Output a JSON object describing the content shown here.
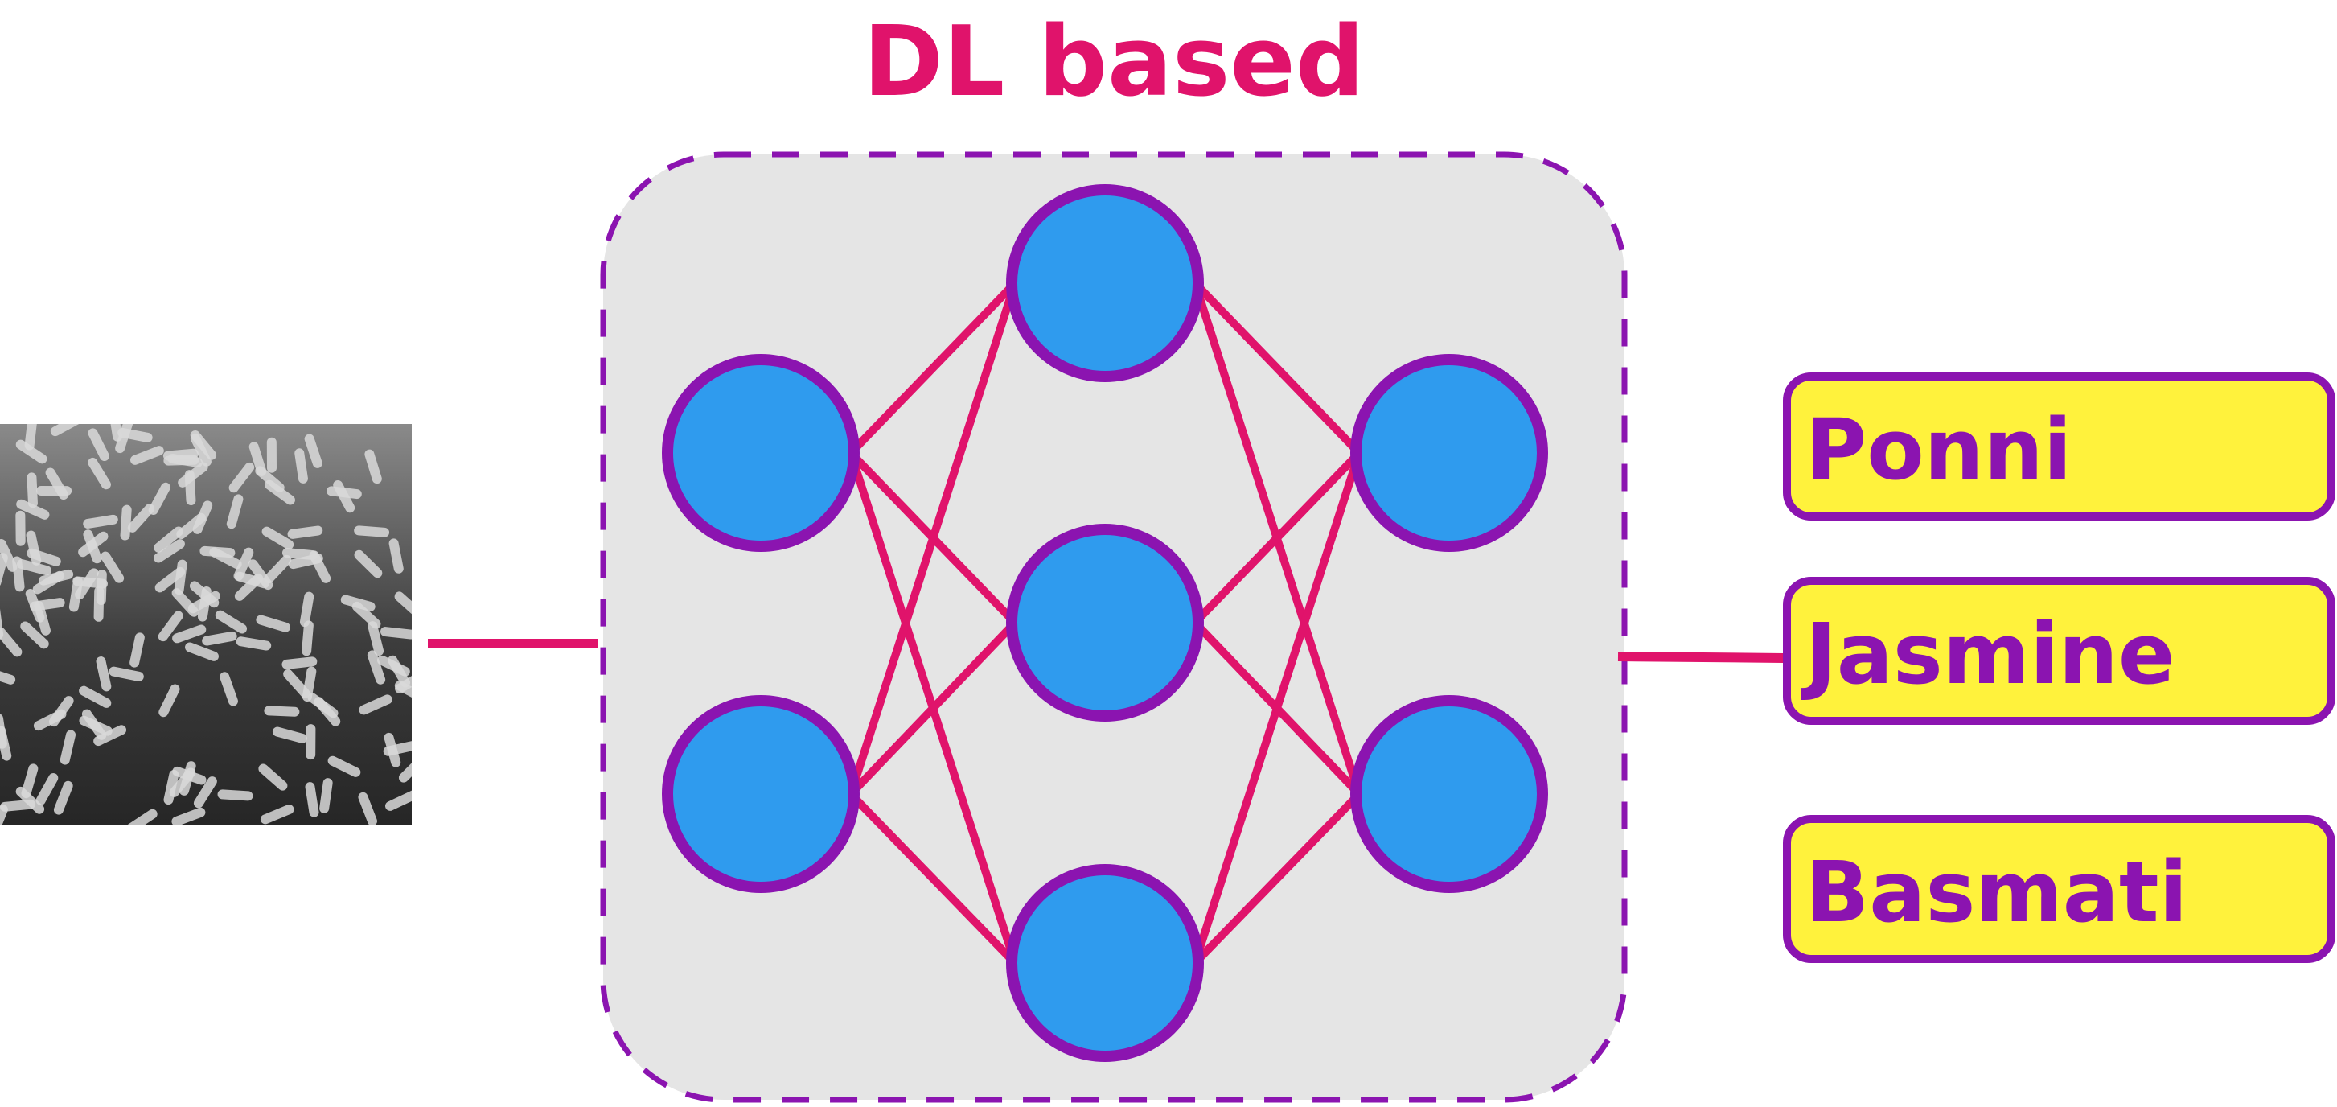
{
  "title": "DL based",
  "input": {
    "image_description_icon": "rice-grains-image"
  },
  "network": {
    "layers": [
      2,
      3,
      2
    ]
  },
  "outputs": [
    {
      "label": "Ponni"
    },
    {
      "label": "Jasmine"
    },
    {
      "label": "Basmati"
    }
  ],
  "colors": {
    "title": "#E0136B",
    "connection": "#E0136B",
    "node_fill": "#2F9BEE",
    "node_stroke": "#8B14B0",
    "box_fill": "#E5E5E5",
    "box_stroke": "#8B14B0",
    "label_fill": "#FFF23C",
    "label_stroke": "#8B14B0",
    "label_text": "#8B14B0"
  }
}
